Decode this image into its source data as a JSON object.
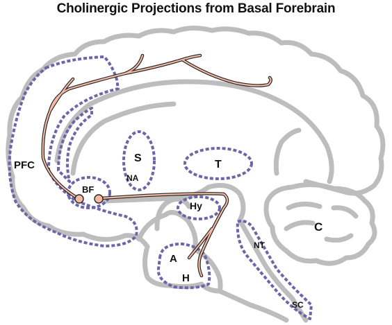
{
  "title": "Cholinergic Projections from Basal Forebrain",
  "labels": {
    "pfc": "PFC",
    "bf": "BF",
    "s": "S",
    "na": "NA",
    "t": "T",
    "hy": "Hy",
    "c": "C",
    "nt": "NT",
    "a": "A",
    "h": "H",
    "sc": "SC"
  },
  "colors": {
    "outline": "#bdbdbd",
    "region_dots": "#6b66a8",
    "projection": "#f2b9a5",
    "projection_edge": "#222222"
  }
}
